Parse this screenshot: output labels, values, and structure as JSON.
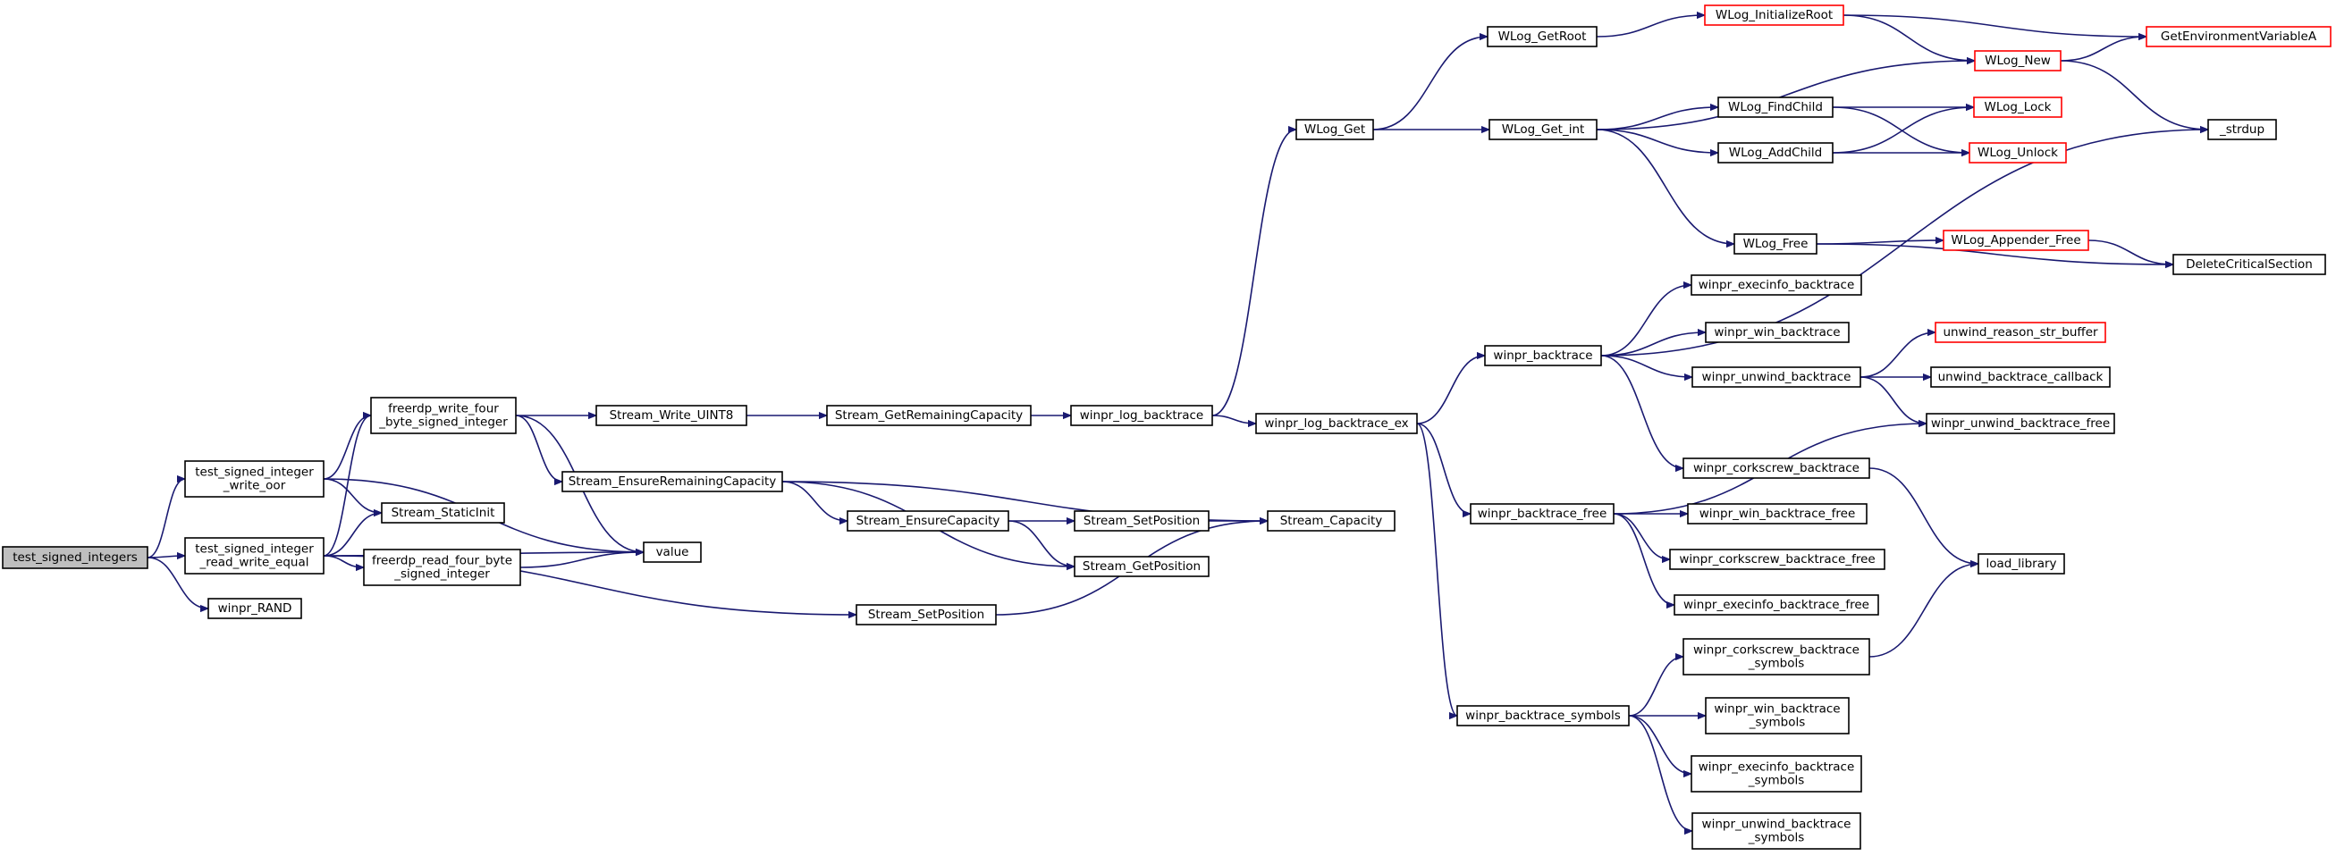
{
  "nodes": [
    {
      "id": "n_test_signed_integers",
      "lines": [
        "test_signed_integers"
      ],
      "root": true
    },
    {
      "id": "n_write_oor",
      "lines": [
        "test_signed_integer",
        "_write_oor"
      ]
    },
    {
      "id": "n_read_write_equal",
      "lines": [
        "test_signed_integer",
        "_read_write_equal"
      ]
    },
    {
      "id": "n_winpr_RAND",
      "lines": [
        "winpr_RAND"
      ]
    },
    {
      "id": "n_freerdp_write",
      "lines": [
        "freerdp_write_four",
        "_byte_signed_integer"
      ]
    },
    {
      "id": "n_stream_staticinit",
      "lines": [
        "Stream_StaticInit"
      ]
    },
    {
      "id": "n_freerdp_read",
      "lines": [
        "freerdp_read_four_byte",
        "_signed_integer"
      ]
    },
    {
      "id": "n_value",
      "lines": [
        "value"
      ]
    },
    {
      "id": "n_stream_write_uint8",
      "lines": [
        "Stream_Write_UINT8"
      ]
    },
    {
      "id": "n_stream_ensure_remaining",
      "lines": [
        "Stream_EnsureRemainingCapacity"
      ]
    },
    {
      "id": "n_stream_setposition_low",
      "lines": [
        "Stream_SetPosition"
      ]
    },
    {
      "id": "n_stream_getremaining",
      "lines": [
        "Stream_GetRemainingCapacity"
      ]
    },
    {
      "id": "n_stream_ensurecapacity",
      "lines": [
        "Stream_EnsureCapacity"
      ]
    },
    {
      "id": "n_winpr_log_backtrace",
      "lines": [
        "winpr_log_backtrace"
      ]
    },
    {
      "id": "n_stream_setposition_mid",
      "lines": [
        "Stream_SetPosition"
      ]
    },
    {
      "id": "n_stream_getposition",
      "lines": [
        "Stream_GetPosition"
      ]
    },
    {
      "id": "n_stream_capacity",
      "lines": [
        "Stream_Capacity"
      ]
    },
    {
      "id": "n_wlog_get",
      "lines": [
        "WLog_Get"
      ]
    },
    {
      "id": "n_winpr_log_backtrace_ex",
      "lines": [
        "winpr_log_backtrace_ex"
      ]
    },
    {
      "id": "n_wlog_getroot",
      "lines": [
        "WLog_GetRoot"
      ]
    },
    {
      "id": "n_wlog_get_int",
      "lines": [
        "WLog_Get_int"
      ]
    },
    {
      "id": "n_winpr_backtrace",
      "lines": [
        "winpr_backtrace"
      ]
    },
    {
      "id": "n_winpr_backtrace_free",
      "lines": [
        "winpr_backtrace_free"
      ]
    },
    {
      "id": "n_winpr_backtrace_symbols",
      "lines": [
        "winpr_backtrace_symbols"
      ]
    },
    {
      "id": "n_wlog_initializeroot",
      "lines": [
        "WLog_InitializeRoot"
      ],
      "truncated": true
    },
    {
      "id": "n_wlog_findchild",
      "lines": [
        "WLog_FindChild"
      ]
    },
    {
      "id": "n_wlog_addchild",
      "lines": [
        "WLog_AddChild"
      ]
    },
    {
      "id": "n_wlog_free",
      "lines": [
        "WLog_Free"
      ]
    },
    {
      "id": "n_winpr_execinfo_backtrace",
      "lines": [
        "winpr_execinfo_backtrace"
      ]
    },
    {
      "id": "n_winpr_win_backtrace",
      "lines": [
        "winpr_win_backtrace"
      ]
    },
    {
      "id": "n_winpr_unwind_backtrace",
      "lines": [
        "winpr_unwind_backtrace"
      ]
    },
    {
      "id": "n_winpr_corkscrew_backtrace",
      "lines": [
        "winpr_corkscrew_backtrace"
      ]
    },
    {
      "id": "n_winpr_win_backtrace_free",
      "lines": [
        "winpr_win_backtrace_free"
      ]
    },
    {
      "id": "n_winpr_corkscrew_backtrace_free",
      "lines": [
        "winpr_corkscrew_backtrace_free"
      ]
    },
    {
      "id": "n_winpr_execinfo_backtrace_free",
      "lines": [
        "winpr_execinfo_backtrace_free"
      ]
    },
    {
      "id": "n_winpr_corkscrew_backtrace_symbols",
      "lines": [
        "winpr_corkscrew_backtrace",
        "_symbols"
      ]
    },
    {
      "id": "n_winpr_win_backtrace_symbols",
      "lines": [
        "winpr_win_backtrace",
        "_symbols"
      ]
    },
    {
      "id": "n_winpr_execinfo_backtrace_symbols",
      "lines": [
        "winpr_execinfo_backtrace",
        "_symbols"
      ]
    },
    {
      "id": "n_winpr_unwind_backtrace_symbols",
      "lines": [
        "winpr_unwind_backtrace",
        "_symbols"
      ]
    },
    {
      "id": "n_wlog_new",
      "lines": [
        "WLog_New"
      ],
      "truncated": true
    },
    {
      "id": "n_wlog_lock",
      "lines": [
        "WLog_Lock"
      ],
      "truncated": true
    },
    {
      "id": "n_wlog_unlock",
      "lines": [
        "WLog_Unlock"
      ],
      "truncated": true
    },
    {
      "id": "n_wlog_appender_free",
      "lines": [
        "WLog_Appender_Free"
      ],
      "truncated": true
    },
    {
      "id": "n_unwind_reason_str_buffer",
      "lines": [
        "unwind_reason_str_buffer"
      ],
      "truncated": true
    },
    {
      "id": "n_unwind_backtrace_callback",
      "lines": [
        "unwind_backtrace_callback"
      ]
    },
    {
      "id": "n_winpr_unwind_backtrace_free",
      "lines": [
        "winpr_unwind_backtrace_free"
      ]
    },
    {
      "id": "n_load_library",
      "lines": [
        "load_library"
      ]
    },
    {
      "id": "n_getenvironmentvariablea",
      "lines": [
        "GetEnvironmentVariableA"
      ],
      "truncated": true
    },
    {
      "id": "n_strdup",
      "lines": [
        "_strdup"
      ]
    },
    {
      "id": "n_deletecriticalsection",
      "lines": [
        "DeleteCriticalSection"
      ]
    }
  ],
  "edges": [
    [
      "n_test_signed_integers",
      "n_write_oor"
    ],
    [
      "n_test_signed_integers",
      "n_read_write_equal"
    ],
    [
      "n_test_signed_integers",
      "n_winpr_RAND"
    ],
    [
      "n_write_oor",
      "n_freerdp_write"
    ],
    [
      "n_write_oor",
      "n_stream_staticinit"
    ],
    [
      "n_write_oor",
      "n_value"
    ],
    [
      "n_read_write_equal",
      "n_freerdp_write"
    ],
    [
      "n_read_write_equal",
      "n_stream_staticinit"
    ],
    [
      "n_read_write_equal",
      "n_freerdp_read"
    ],
    [
      "n_read_write_equal",
      "n_value"
    ],
    [
      "n_read_write_equal",
      "n_stream_setposition_low"
    ],
    [
      "n_freerdp_write",
      "n_stream_write_uint8"
    ],
    [
      "n_freerdp_write",
      "n_stream_ensure_remaining"
    ],
    [
      "n_freerdp_write",
      "n_value"
    ],
    [
      "n_freerdp_read",
      "n_value"
    ],
    [
      "n_stream_write_uint8",
      "n_stream_getremaining"
    ],
    [
      "n_stream_getremaining",
      "n_winpr_log_backtrace"
    ],
    [
      "n_stream_ensure_remaining",
      "n_stream_ensurecapacity"
    ],
    [
      "n_stream_ensure_remaining",
      "n_stream_capacity"
    ],
    [
      "n_stream_ensure_remaining",
      "n_stream_getposition"
    ],
    [
      "n_stream_ensurecapacity",
      "n_stream_setposition_mid"
    ],
    [
      "n_stream_ensurecapacity",
      "n_stream_getposition"
    ],
    [
      "n_stream_setposition_mid",
      "n_stream_capacity"
    ],
    [
      "n_stream_setposition_low",
      "n_stream_capacity"
    ],
    [
      "n_winpr_log_backtrace",
      "n_wlog_get"
    ],
    [
      "n_winpr_log_backtrace",
      "n_winpr_log_backtrace_ex"
    ],
    [
      "n_wlog_get",
      "n_wlog_getroot"
    ],
    [
      "n_wlog_get",
      "n_wlog_get_int"
    ],
    [
      "n_wlog_getroot",
      "n_wlog_initializeroot"
    ],
    [
      "n_wlog_initializeroot",
      "n_getenvironmentvariablea"
    ],
    [
      "n_wlog_initializeroot",
      "n_wlog_new"
    ],
    [
      "n_wlog_new",
      "n_getenvironmentvariablea"
    ],
    [
      "n_wlog_new",
      "n_strdup"
    ],
    [
      "n_wlog_get_int",
      "n_wlog_new"
    ],
    [
      "n_wlog_get_int",
      "n_wlog_findchild"
    ],
    [
      "n_wlog_get_int",
      "n_wlog_addchild"
    ],
    [
      "n_wlog_get_int",
      "n_wlog_free"
    ],
    [
      "n_wlog_findchild",
      "n_wlog_lock"
    ],
    [
      "n_wlog_findchild",
      "n_wlog_unlock"
    ],
    [
      "n_wlog_addchild",
      "n_wlog_lock"
    ],
    [
      "n_wlog_addchild",
      "n_wlog_unlock"
    ],
    [
      "n_wlog_free",
      "n_wlog_appender_free"
    ],
    [
      "n_wlog_free",
      "n_deletecriticalsection"
    ],
    [
      "n_wlog_appender_free",
      "n_deletecriticalsection"
    ],
    [
      "n_winpr_log_backtrace_ex",
      "n_winpr_backtrace"
    ],
    [
      "n_winpr_log_backtrace_ex",
      "n_winpr_backtrace_free"
    ],
    [
      "n_winpr_log_backtrace_ex",
      "n_winpr_backtrace_symbols"
    ],
    [
      "n_winpr_backtrace",
      "n_strdup"
    ],
    [
      "n_winpr_backtrace",
      "n_winpr_execinfo_backtrace"
    ],
    [
      "n_winpr_backtrace",
      "n_winpr_win_backtrace"
    ],
    [
      "n_winpr_backtrace",
      "n_winpr_unwind_backtrace"
    ],
    [
      "n_winpr_backtrace",
      "n_winpr_corkscrew_backtrace"
    ],
    [
      "n_winpr_unwind_backtrace",
      "n_unwind_reason_str_buffer"
    ],
    [
      "n_winpr_unwind_backtrace",
      "n_unwind_backtrace_callback"
    ],
    [
      "n_winpr_unwind_backtrace",
      "n_winpr_unwind_backtrace_free"
    ],
    [
      "n_winpr_corkscrew_backtrace",
      "n_load_library"
    ],
    [
      "n_winpr_backtrace_free",
      "n_winpr_unwind_backtrace_free"
    ],
    [
      "n_winpr_backtrace_free",
      "n_winpr_win_backtrace_free"
    ],
    [
      "n_winpr_backtrace_free",
      "n_winpr_corkscrew_backtrace_free"
    ],
    [
      "n_winpr_backtrace_free",
      "n_winpr_execinfo_backtrace_free"
    ],
    [
      "n_winpr_backtrace_symbols",
      "n_winpr_corkscrew_backtrace_symbols"
    ],
    [
      "n_winpr_backtrace_symbols",
      "n_winpr_win_backtrace_symbols"
    ],
    [
      "n_winpr_backtrace_symbols",
      "n_winpr_execinfo_backtrace_symbols"
    ],
    [
      "n_winpr_backtrace_symbols",
      "n_winpr_unwind_backtrace_symbols"
    ],
    [
      "n_winpr_corkscrew_backtrace_symbols",
      "n_load_library"
    ]
  ]
}
